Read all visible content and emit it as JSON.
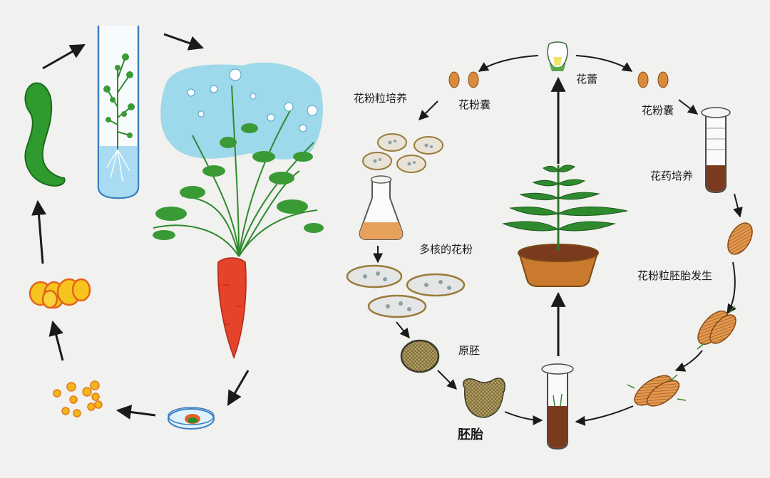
{
  "labels": {
    "bud": "花蕾",
    "anther_left": "花粉囊",
    "anther_right": "花粉囊",
    "pollen_culture": "花粉粒培养",
    "anther_culture": "花药培养",
    "multinucleate_pollen": "多核的花粉",
    "proembryo": "原胚",
    "embryo": "胚胎",
    "pollen_embryogenesis": "花粉粒胚胎发生"
  },
  "colors": {
    "background": "#f1f1ef",
    "arrow": "#1a1a1a",
    "carrot": "#e5432a",
    "leaf": "#2f8a2e",
    "seedling": "#2e9a2e",
    "medium_blue": "#a9dcf3",
    "sky": "#8fd3ea",
    "callus": "#f2b61a",
    "anther": "#d98a3a",
    "soil": "#7a3a1e",
    "pot": "#c97a2e",
    "flask_medium": "#e8a15a",
    "embryo": "#b6a264"
  },
  "icons": [
    "arrow-icon",
    "test-tube-icon",
    "carrot-plant-icon",
    "petri-dish-icon",
    "callus-icon",
    "flower-bud-icon",
    "potted-plant-icon",
    "flask-icon",
    "embryo-icon",
    "anther-icon"
  ]
}
